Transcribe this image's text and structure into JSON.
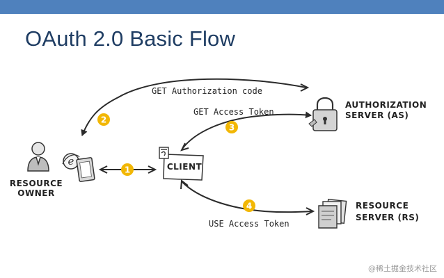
{
  "title": "OAuth 2.0 Basic Flow",
  "colors": {
    "top_bar": "#4f81bd",
    "title": "#1f3d63",
    "step_badge": "#f2b705",
    "line": "#2b2b2b"
  },
  "actors": {
    "resource_owner": [
      "RESOURCE",
      "OWNER"
    ],
    "client": "CLIENT",
    "authorization_server": [
      "AUTHORIZATION",
      "SERVER (AS)"
    ],
    "resource_server": [
      "RESOURCE",
      "SERVER (RS)"
    ]
  },
  "flows": [
    {
      "step": "1",
      "label": ""
    },
    {
      "step": "2",
      "label": "GET Authorization code"
    },
    {
      "step": "3",
      "label": "GET Access Token"
    },
    {
      "step": "4",
      "label": "USE Access Token"
    }
  ],
  "icons": [
    "user-icon",
    "browser-icon",
    "tablet-icon",
    "client-app-icon",
    "padlock-icon",
    "document-stack-icon"
  ],
  "watermark": "@稀土掘金技术社区"
}
